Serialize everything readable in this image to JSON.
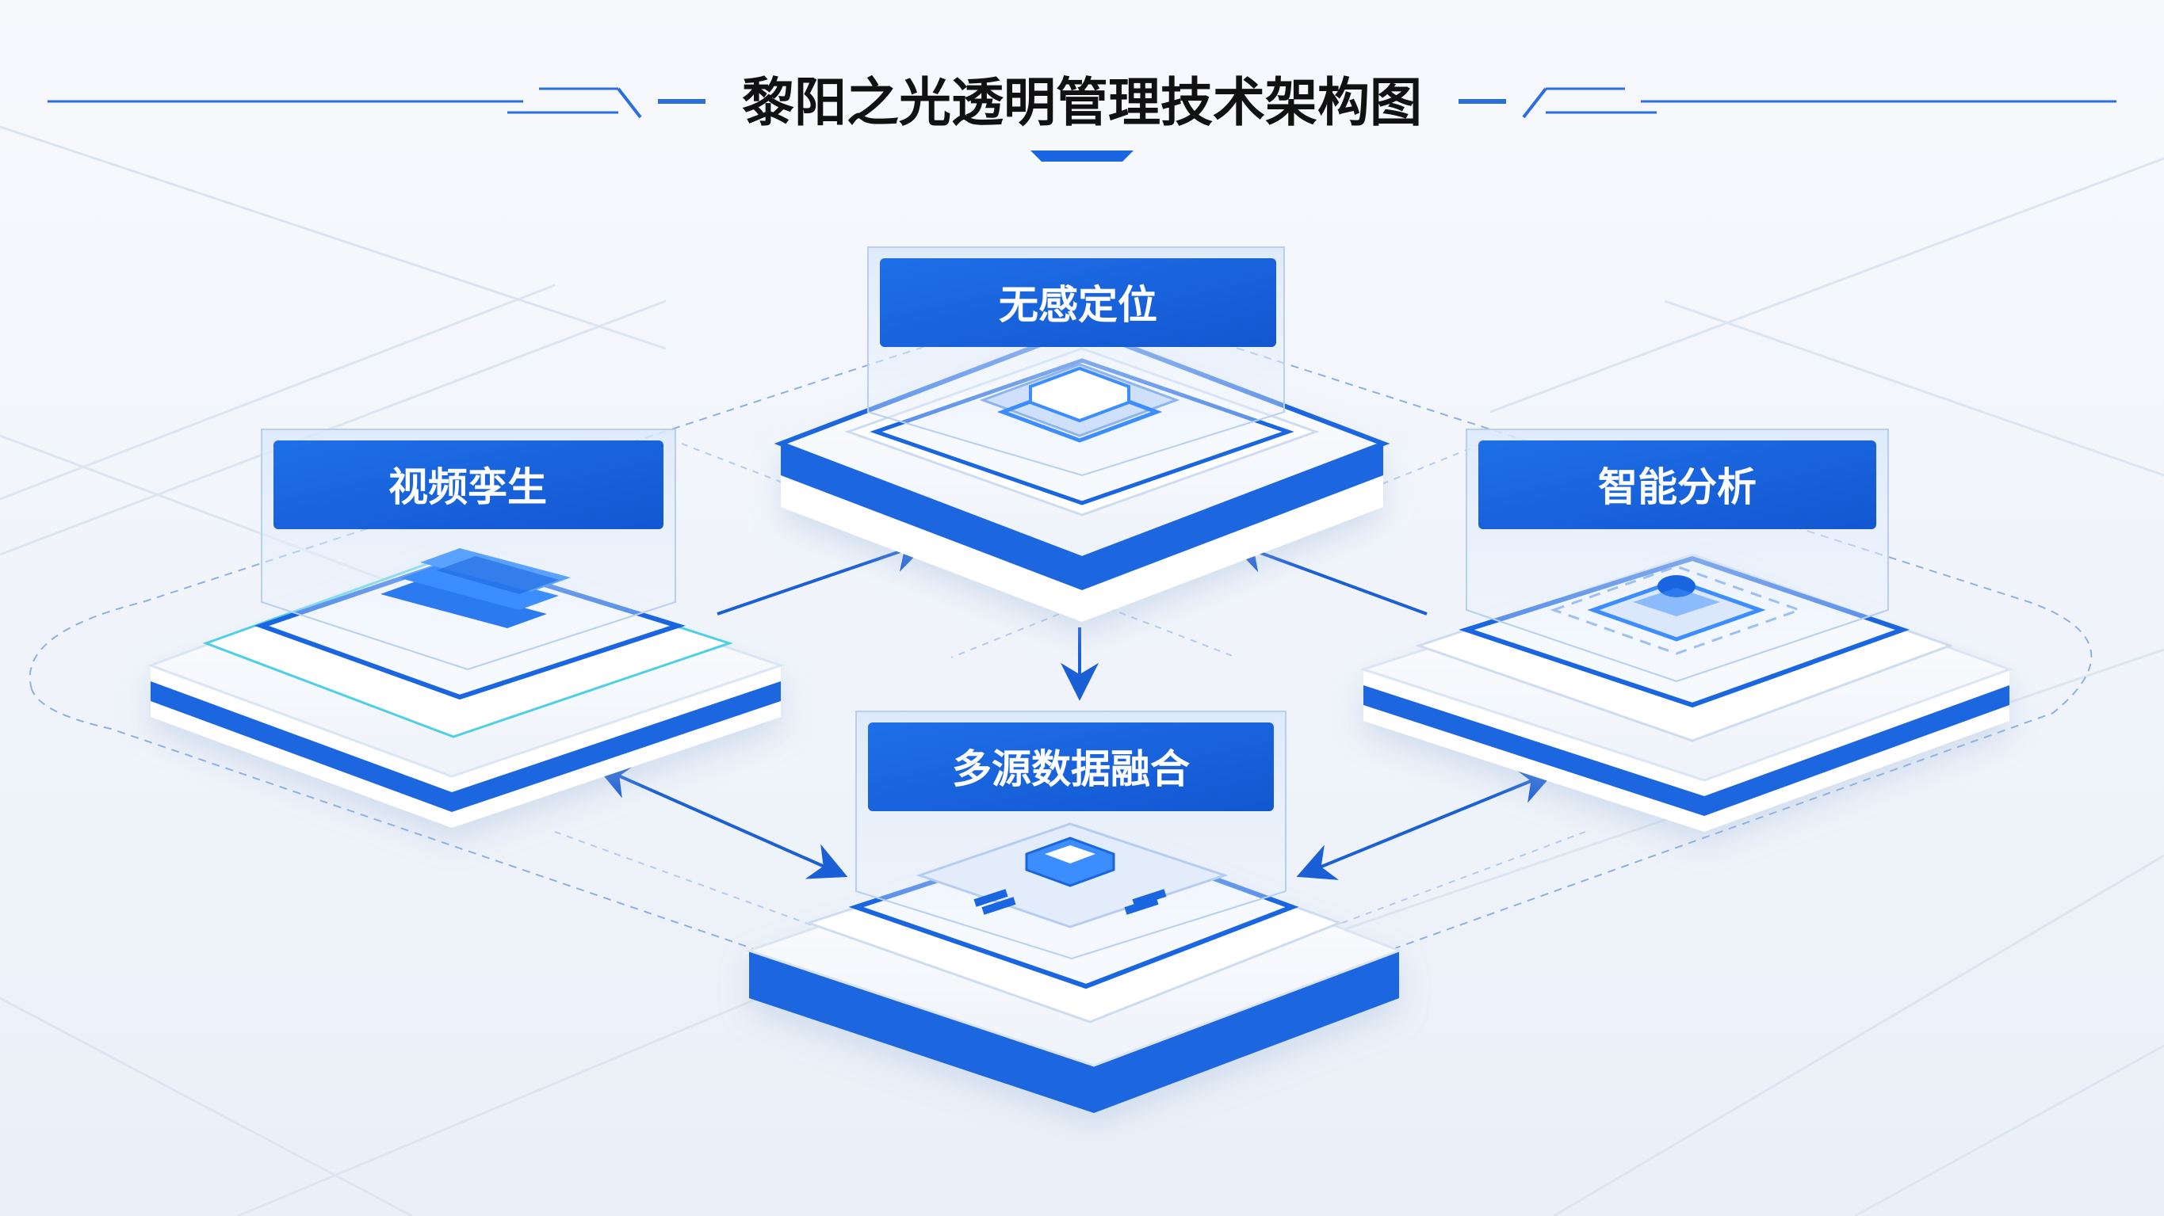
{
  "title": "黎阳之光透明管理技术架构图",
  "colors": {
    "primary": "#1a66e0",
    "primary_dark": "#0f4fc4",
    "primary_light": "#3c8dff",
    "slab_white": "#ffffff",
    "slab_shadow": "#dfe8f5",
    "title_text": "#111111",
    "background": "#f3f6fb"
  },
  "nodes": {
    "positioning": {
      "label": "无感定位",
      "icon": "stacked-layers-icon"
    },
    "video": {
      "label": "视频孪生",
      "icon": "bar-stack-icon"
    },
    "analysis": {
      "label": "智能分析",
      "icon": "radar-target-icon"
    },
    "fusion": {
      "label": "多源数据融合",
      "icon": "chip-core-icon"
    }
  },
  "connections": [
    {
      "from": "video",
      "to": "positioning",
      "direction": "one-way"
    },
    {
      "from": "analysis",
      "to": "positioning",
      "direction": "one-way"
    },
    {
      "from": "positioning",
      "to": "fusion",
      "direction": "one-way"
    },
    {
      "from": "video",
      "to": "fusion",
      "direction": "two-way"
    },
    {
      "from": "analysis",
      "to": "fusion",
      "direction": "two-way"
    }
  ]
}
